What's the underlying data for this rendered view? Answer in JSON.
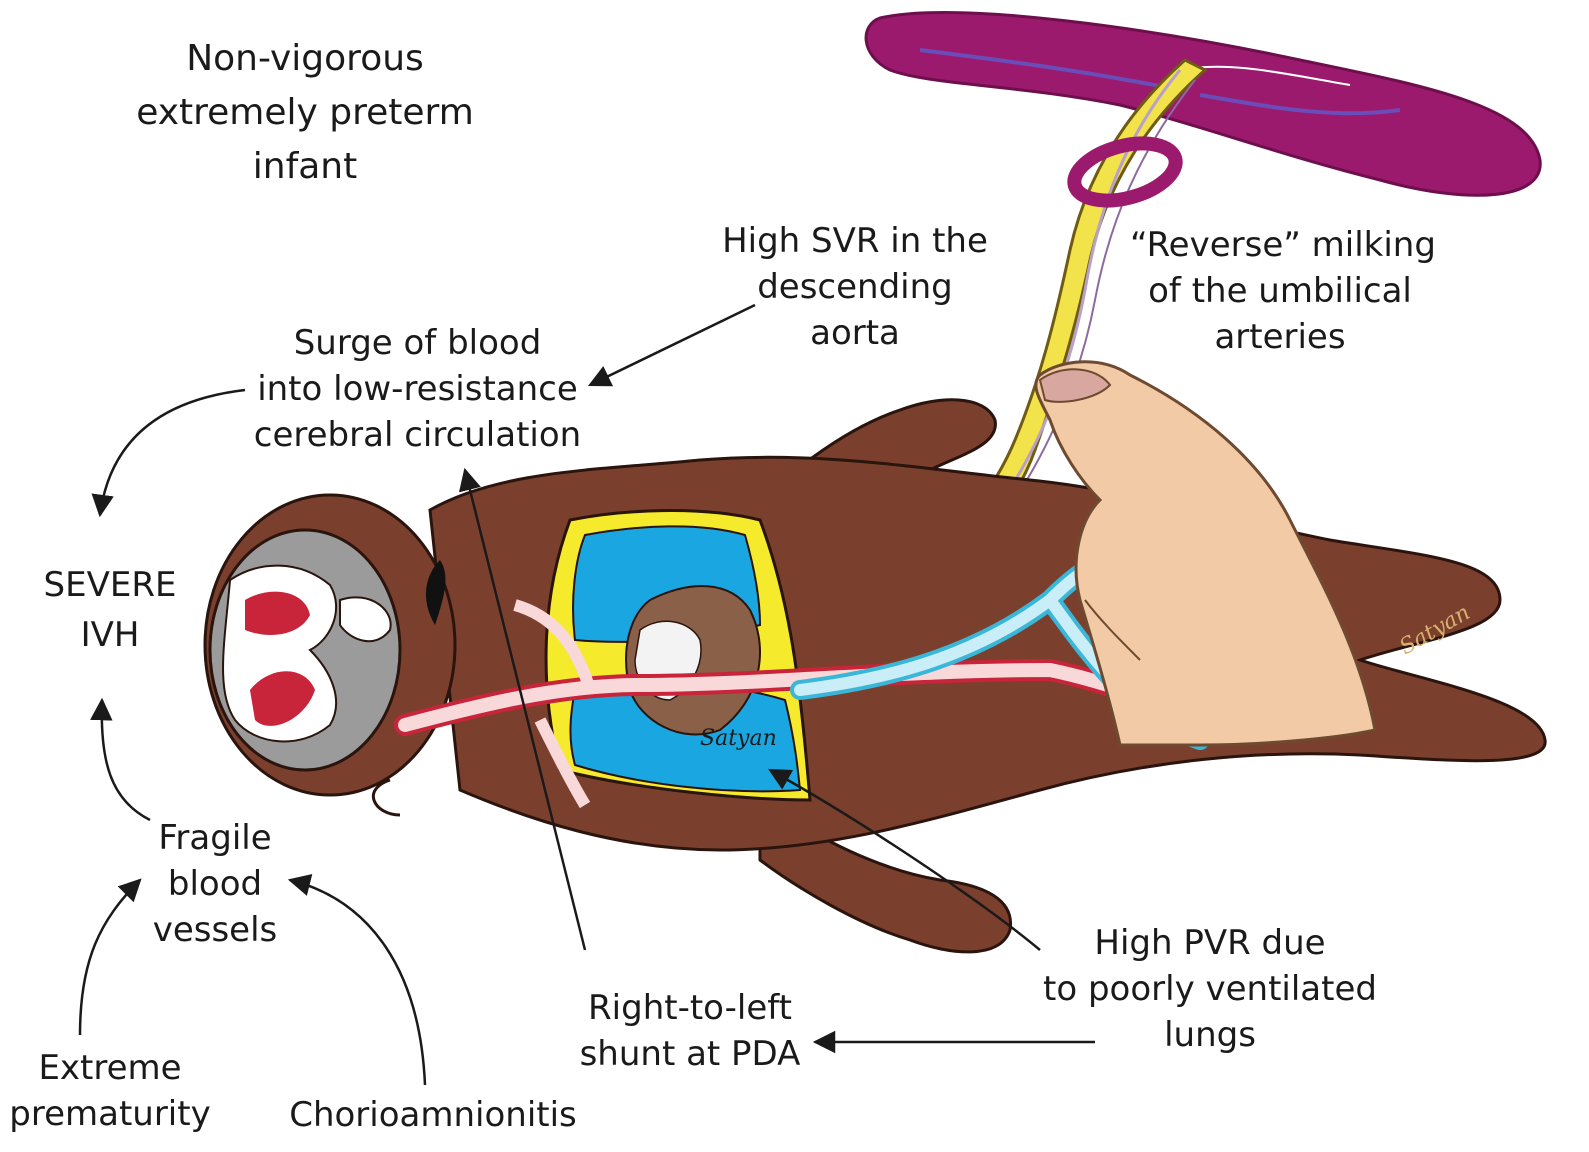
{
  "labels": {
    "title": [
      "Non-vigorous",
      "extremely preterm",
      "infant"
    ],
    "high_svr": [
      "High SVR in the",
      "descending",
      "aorta"
    ],
    "reverse_milking": [
      "“Reverse” milking",
      "of the umbilical",
      "arteries"
    ],
    "surge": [
      "Surge of blood",
      "into low-resistance",
      "cerebral circulation"
    ],
    "severe_ivh": [
      "SEVERE",
      "IVH"
    ],
    "fragile": [
      "Fragile",
      "blood",
      "vessels"
    ],
    "extreme_prematurity": [
      "Extreme",
      "prematurity"
    ],
    "chorioamnionitis": [
      "Chorioamnionitis"
    ],
    "right_to_left": [
      "Right-to-left",
      "shunt at PDA"
    ],
    "high_pvr": [
      "High PVR due",
      "to poorly ventilated",
      "lungs"
    ]
  },
  "colors": {
    "skin": "#7b3f2d",
    "skin_outline": "#2a140e",
    "hand": "#f2caa6",
    "placenta": "#9c1a6e",
    "cord": "#f2e34a",
    "lung_fill": "#1aa6e0",
    "lung_rim": "#f6ea2c",
    "artery": "#f8d8d8",
    "vein": "#c9eef7",
    "brain_gray": "#9b9b9b",
    "ventricle": "#c8243a"
  }
}
